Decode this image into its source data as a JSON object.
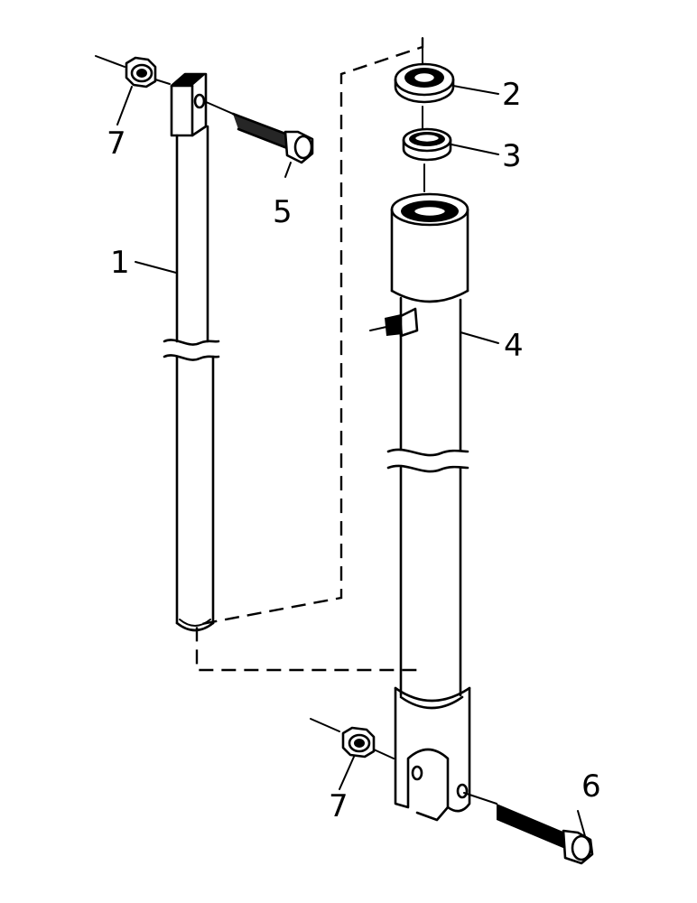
{
  "parts": [
    {
      "label": "1",
      "name": "shaft"
    },
    {
      "label": "2",
      "name": "washer"
    },
    {
      "label": "3",
      "name": "bushing"
    },
    {
      "label": "4",
      "name": "tube"
    },
    {
      "label": "5",
      "name": "bolt-upper"
    },
    {
      "label": "6",
      "name": "bolt-lower"
    },
    {
      "label": "7",
      "name": "nut"
    }
  ],
  "callouts": {
    "c1": "1",
    "c2": "2",
    "c3": "3",
    "c4": "4",
    "c5": "5",
    "c6": "6",
    "c7a": "7",
    "c7b": "7"
  }
}
